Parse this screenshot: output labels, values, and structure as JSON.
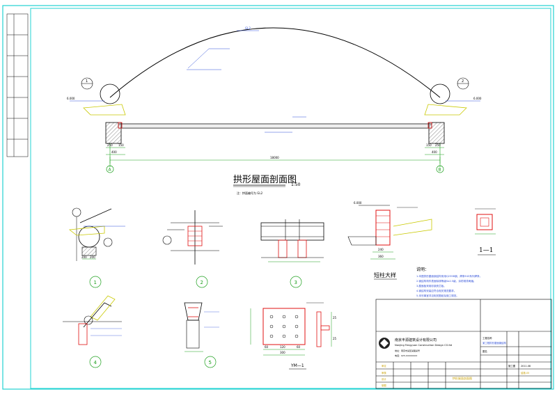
{
  "drawing": {
    "main_title": "拱形屋面剖面图",
    "main_scale": "1:50",
    "main_note": "注：拱面编号为 GL2",
    "span": "18000",
    "left_wall": "400",
    "right_wall": "400",
    "left_dims": [
      "250",
      "150"
    ],
    "right_dims": [
      "150",
      "250"
    ],
    "axis_a": "A",
    "axis_b": "B",
    "elevation_left": "6.000",
    "elevation_right": "6.000",
    "top_label": "GL2",
    "left_callout": "1",
    "right_callout": "2"
  },
  "details": {
    "d1_label": "1",
    "d1_dims": [
      "200",
      "200"
    ],
    "d2_label": "2",
    "d3_label": "3",
    "d4_label": "4",
    "d5_label": "5",
    "column_title": "短柱大样",
    "column_dims": [
      "240",
      "360"
    ],
    "column_elev": "6.000",
    "section_title": "1—1",
    "plate_label": "YM—1",
    "plate_dims": [
      "60",
      "120",
      "60"
    ],
    "plate_total": "300",
    "plate_side": [
      "25",
      "25"
    ]
  },
  "notes": {
    "heading": "说明：",
    "lines": [
      "1.本图拱形屋面钢结构采用Q235B钢，焊条E43系列焊条。",
      "2.钢结构构件表面除锈等级Sa2.5级，涂防锈漆两遍。",
      "3.屋面板采用彩钢夹芯板。",
      "4.钢结构安装应符合相关规范要求。",
      "5.未尽事宜详见相关图纸及施工规范。"
    ]
  },
  "title_block": {
    "company_cn": "南京丰源建筑设计有限公司",
    "company_en": "Nanjing Fengyuan Construction Design CO.ltd",
    "address": "地址：南京市某区某路某号",
    "phone": "电话：025-XXXXXXXX",
    "stage": "施工图",
    "date": "2011.08",
    "sheet_no": "结施-05",
    "project_label": "工程名称",
    "project": "某工程拱形屋面钢结构",
    "drawing_label": "图名",
    "drawing_name": "拱形屋面剖面图",
    "approved": "审定",
    "checked": "审核",
    "designed": "设计",
    "drawn": "制图"
  },
  "colors": {
    "frame": "#22d3d3",
    "line": "#000000",
    "dim": "#1a9f1a",
    "red": "#e01010",
    "yellow": "#c9c900",
    "blue": "#2f4fd8",
    "magenta": "#c020c0",
    "hatch": "#808080"
  }
}
